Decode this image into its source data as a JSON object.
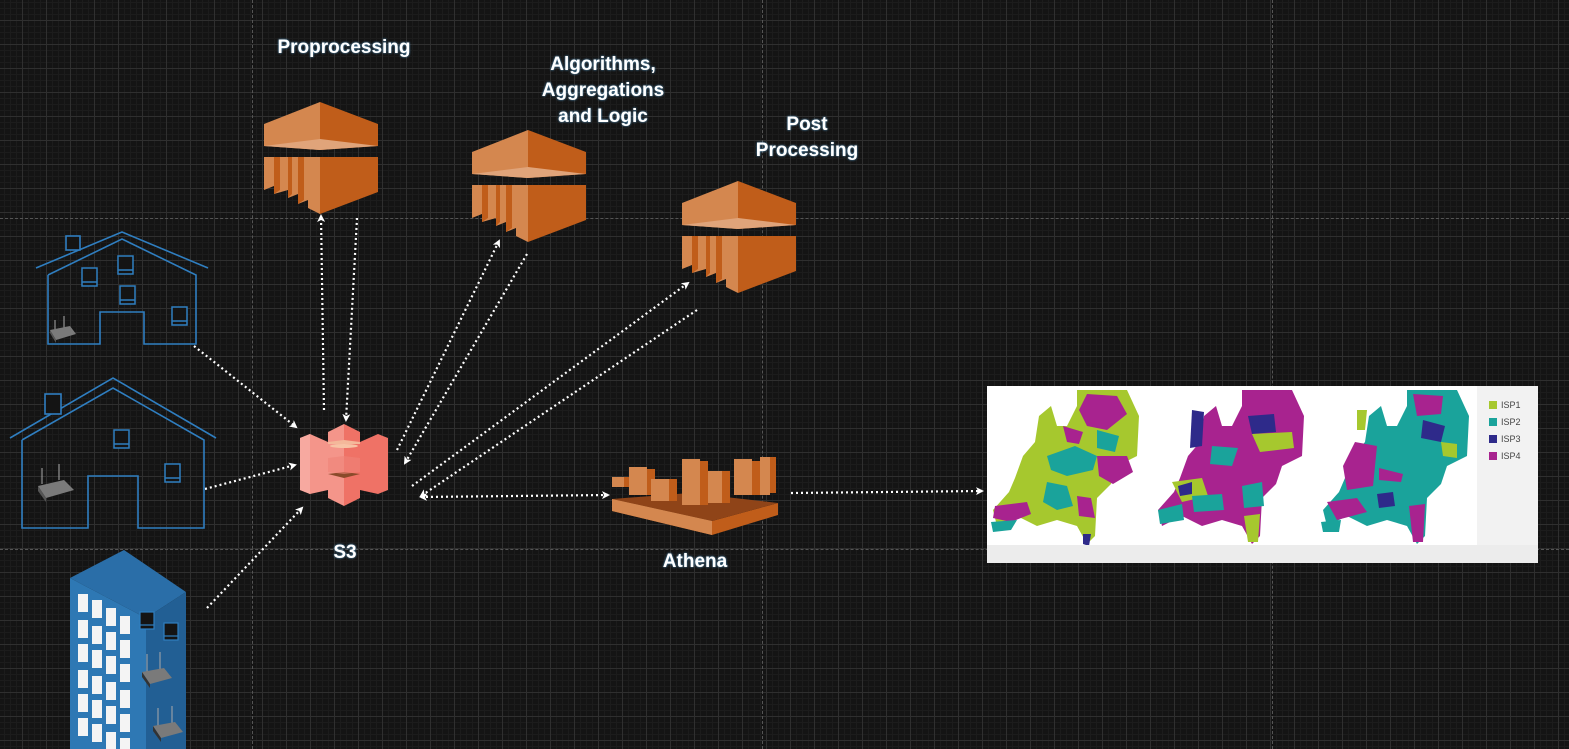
{
  "diagram": {
    "labels": {
      "preprocessing": "Proprocessing",
      "algorithms": "Algorithms,\nAggregations\nand Logic",
      "postprocessing": "Post\nProcessing",
      "s3": "S3",
      "athena": "Athena"
    },
    "sources": [
      {
        "name": "house-small",
        "type": "house"
      },
      {
        "name": "house-large",
        "type": "house"
      },
      {
        "name": "apartment-building",
        "type": "building"
      }
    ],
    "compute_nodes": [
      {
        "name": "preprocessing",
        "service": "compute-service"
      },
      {
        "name": "algorithms-aggregations-logic",
        "service": "compute-service"
      },
      {
        "name": "post-processing",
        "service": "compute-service"
      }
    ],
    "storage": {
      "name": "S3",
      "service": "object-storage"
    },
    "query": {
      "name": "Athena",
      "service": "query-service"
    },
    "output": {
      "name": "isp-coverage-maps",
      "map_count": 3,
      "legend": [
        {
          "label": "ISP1",
          "color": "#a6c82e"
        },
        {
          "label": "ISP2",
          "color": "#1aa39b"
        },
        {
          "label": "ISP3",
          "color": "#2e2a8a"
        },
        {
          "label": "ISP4",
          "color": "#a8238f"
        }
      ]
    },
    "connections": [
      {
        "from": "house-small",
        "to": "S3"
      },
      {
        "from": "house-large",
        "to": "S3"
      },
      {
        "from": "apartment-building",
        "to": "S3"
      },
      {
        "from": "S3",
        "to": "preprocessing"
      },
      {
        "from": "preprocessing",
        "to": "S3"
      },
      {
        "from": "S3",
        "to": "algorithms-aggregations-logic"
      },
      {
        "from": "algorithms-aggregations-logic",
        "to": "S3"
      },
      {
        "from": "S3",
        "to": "post-processing"
      },
      {
        "from": "post-processing",
        "to": "S3"
      },
      {
        "from": "S3",
        "to": "Athena",
        "bidirectional": true
      },
      {
        "from": "Athena",
        "to": "isp-coverage-maps"
      }
    ],
    "colors": {
      "compute_light": "#d4874f",
      "compute_dark": "#c05d1a",
      "compute_top": "#e0a47a",
      "s3_light": "#f4958a",
      "s3_dark": "#ef7266",
      "house_stroke": "#2f7ec0",
      "building_fill": "#2a6ea8",
      "arrow": "#ffffff"
    }
  }
}
